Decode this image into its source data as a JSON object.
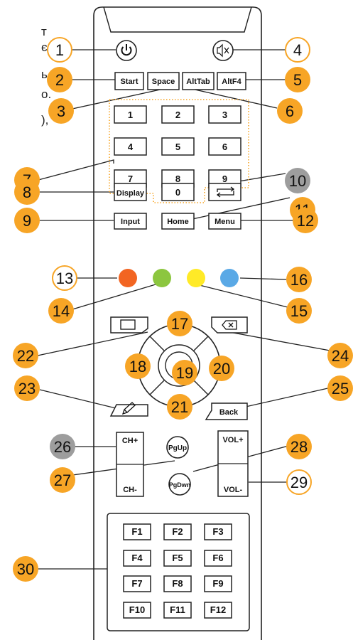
{
  "edge_text": [
    {
      "id": "edge-1",
      "text": "т"
    },
    {
      "id": "edge-2",
      "text": "є"
    },
    {
      "id": "edge-3",
      "text": "ь"
    },
    {
      "id": "edge-4",
      "text": "о."
    },
    {
      "id": "edge-5",
      "text": "),"
    }
  ],
  "buttons": {
    "power_icon": "power-icon",
    "mute_icon": "mute-icon",
    "start": "Start",
    "space": "Space",
    "alttab": "AltTab",
    "altf4": "AltF4",
    "num1": "1",
    "num2": "2",
    "num3": "3",
    "num4": "4",
    "num5": "5",
    "num6": "6",
    "num7": "7",
    "num8": "8",
    "num9": "9",
    "num0": "0",
    "display": "Display",
    "input": "Input",
    "home": "Home",
    "menu": "Menu",
    "back": "Back",
    "ch_up": "CH+",
    "ch_down": "CH-",
    "pgup": "PgUp",
    "pgdwn": "PgDwn",
    "vol_up": "VOL+",
    "vol_down": "VOL-",
    "f1": "F1",
    "f2": "F2",
    "f3": "F3",
    "f4": "F4",
    "f5": "F5",
    "f6": "F6",
    "f7": "F7",
    "f8": "F8",
    "f9": "F9",
    "f10": "F10",
    "f11": "F11",
    "f12": "F12"
  },
  "color_keys": {
    "red": "#f26522",
    "green": "#8cc63f",
    "yellow": "#ffea27",
    "blue": "#5aa9e6"
  },
  "callouts": {
    "c1": "1",
    "c2": "2",
    "c3": "3",
    "c4": "4",
    "c5": "5",
    "c6": "6",
    "c7": "7",
    "c8": "8",
    "c9": "9",
    "c10": "10",
    "c11": "11",
    "c12": "12",
    "c13": "13",
    "c14": "14",
    "c15": "15",
    "c16": "16",
    "c17": "17",
    "c18": "18",
    "c19": "19",
    "c20": "20",
    "c21": "21",
    "c22": "22",
    "c23": "23",
    "c24": "24",
    "c25": "25",
    "c26": "26",
    "c27": "27",
    "c28": "28",
    "c29": "29",
    "c30": "30"
  },
  "colors": {
    "callout_orange": "#f7a526",
    "callout_gray": "#9d9d9d",
    "callout_white": "#ffffff",
    "dotted_border": "#f7a526",
    "outline": "#222222"
  },
  "icons": {
    "repeat_icon": "repeat-icon",
    "window_icon": "window-icon",
    "backspace_icon": "backspace-icon",
    "pen_icon": "pen-icon"
  }
}
